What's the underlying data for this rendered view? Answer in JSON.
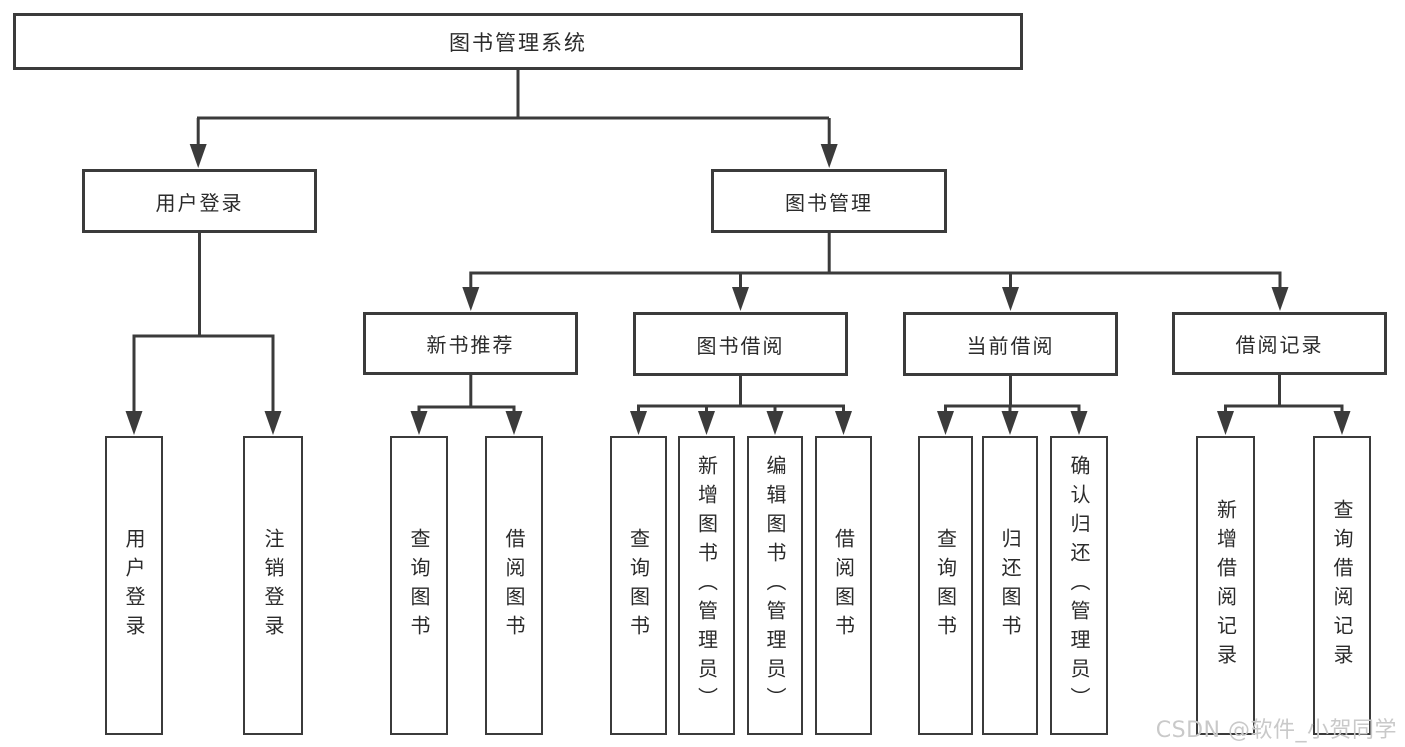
{
  "diagram": {
    "tree": {
      "root": "图书管理系统",
      "level2": [
        {
          "label": "用户登录",
          "children": [
            {
              "label": "用户登录"
            },
            {
              "label": "注销登录"
            }
          ]
        },
        {
          "label": "图书管理",
          "children": [
            {
              "label": "新书推荐",
              "children": [
                {
                  "label": "查询图书"
                },
                {
                  "label": "借阅图书"
                }
              ]
            },
            {
              "label": "图书借阅",
              "children": [
                {
                  "label": "查询图书"
                },
                {
                  "label": "新增图书（管理员）"
                },
                {
                  "label": "编辑图书（管理员）"
                },
                {
                  "label": "借阅图书"
                }
              ]
            },
            {
              "label": "当前借阅",
              "children": [
                {
                  "label": "查询图书"
                },
                {
                  "label": "归还图书"
                },
                {
                  "label": "确认归还（管理员）"
                }
              ]
            },
            {
              "label": "借阅记录",
              "children": [
                {
                  "label": "新增借阅记录"
                },
                {
                  "label": "查询借阅记录"
                }
              ]
            }
          ]
        }
      ]
    },
    "colors": {
      "line": "#3b3b3b",
      "text": "#2b2b2b",
      "background": "#ffffff",
      "watermark": "#c9c9c9"
    }
  },
  "watermark": {
    "text": "CSDN @软件_小贺同学"
  }
}
